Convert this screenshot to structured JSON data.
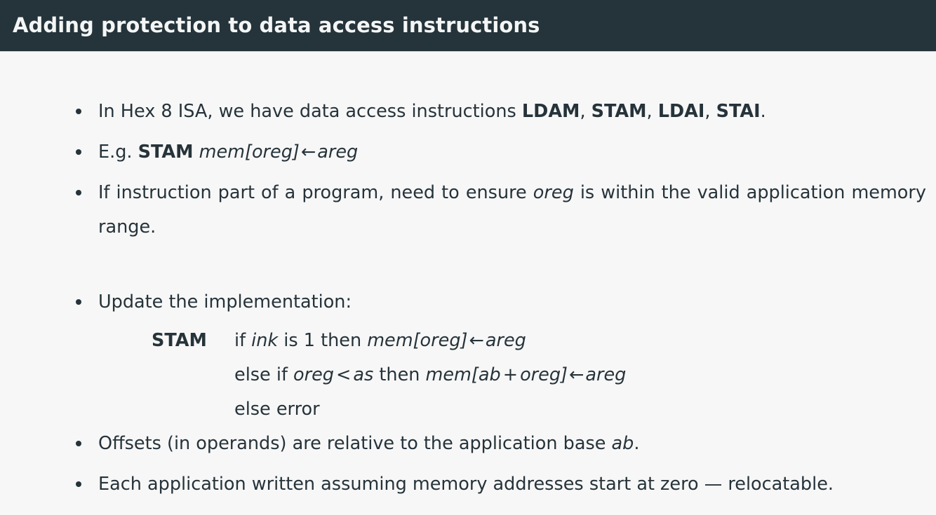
{
  "slide": {
    "title": "Adding protection to data access instructions",
    "title_bar_color": "#25333a",
    "title_text_color": "#f4f6f6",
    "background_color": "#f7f7f7",
    "body_text_color": "#26333a"
  },
  "bullets": [
    {
      "id": "isa-instructions",
      "parts": [
        {
          "text": "In Hex 8 ISA, we have data access instructions ",
          "style": "normal"
        },
        {
          "text": "LDAM",
          "style": "bold"
        },
        {
          "text": ", ",
          "style": "normal"
        },
        {
          "text": "STAM",
          "style": "bold"
        },
        {
          "text": ", ",
          "style": "normal"
        },
        {
          "text": "LDAI",
          "style": "bold"
        },
        {
          "text": ", ",
          "style": "normal"
        },
        {
          "text": "STAI",
          "style": "bold"
        },
        {
          "text": ".",
          "style": "normal"
        }
      ],
      "plain": "In Hex 8 ISA, we have data access instructions LDAM, STAM, LDAI, STAI."
    },
    {
      "id": "stam-example",
      "parts": [
        {
          "text": "E.g. ",
          "style": "normal"
        },
        {
          "text": "STAM",
          "style": "bold"
        },
        {
          "text": " ",
          "style": "normal"
        },
        {
          "text": "mem",
          "style": "italic"
        },
        {
          "text": "[",
          "style": "italic"
        },
        {
          "text": "oreg",
          "style": "italic"
        },
        {
          "text": "]",
          "style": "italic"
        },
        {
          "text": "←",
          "style": "arrow"
        },
        {
          "text": "areg",
          "style": "italic"
        }
      ],
      "plain": "E.g. STAM mem[oreg] ← areg"
    },
    {
      "id": "valid-range",
      "parts": [
        {
          "text": "If instruction part of a program, need to ensure ",
          "style": "normal"
        },
        {
          "text": "oreg",
          "style": "italic"
        },
        {
          "text": " is within the valid application memory range.",
          "style": "normal"
        }
      ],
      "plain": "If instruction part of a program, need to ensure oreg is within the valid application memory range."
    },
    {
      "id": "update-implementation",
      "parts": [
        {
          "text": "Update the implementation:",
          "style": "normal"
        }
      ],
      "plain": "Update the implementation:"
    }
  ],
  "code_block": {
    "label": "STAM",
    "lines": [
      {
        "id": "code-if",
        "parts": [
          {
            "text": "if ",
            "style": "normal"
          },
          {
            "text": "ink",
            "style": "italic"
          },
          {
            "text": " is 1 then ",
            "style": "normal"
          },
          {
            "text": "mem",
            "style": "italic"
          },
          {
            "text": "[",
            "style": "italic"
          },
          {
            "text": "oreg",
            "style": "italic"
          },
          {
            "text": "]",
            "style": "italic"
          },
          {
            "text": "←",
            "style": "arrow"
          },
          {
            "text": "areg",
            "style": "italic"
          }
        ],
        "plain": "if ink is 1 then mem[oreg] ← areg"
      },
      {
        "id": "code-else-if",
        "parts": [
          {
            "text": "else if ",
            "style": "normal"
          },
          {
            "text": "oreg",
            "style": "italic"
          },
          {
            "text": "<",
            "style": "op"
          },
          {
            "text": "as",
            "style": "italic"
          },
          {
            "text": " then ",
            "style": "normal"
          },
          {
            "text": "mem",
            "style": "italic"
          },
          {
            "text": "[",
            "style": "italic"
          },
          {
            "text": "ab",
            "style": "italic"
          },
          {
            "text": "+",
            "style": "op"
          },
          {
            "text": "oreg",
            "style": "italic"
          },
          {
            "text": "]",
            "style": "italic"
          },
          {
            "text": "←",
            "style": "arrow"
          },
          {
            "text": "areg",
            "style": "italic"
          }
        ],
        "plain": "else if oreg < as then mem[ab + oreg] ← areg"
      },
      {
        "id": "code-else-error",
        "parts": [
          {
            "text": "else error",
            "style": "normal"
          }
        ],
        "plain": "else error"
      }
    ]
  },
  "bullets_tail": [
    {
      "id": "offsets-relative",
      "parts": [
        {
          "text": "Offsets (in operands) are relative to the application base ",
          "style": "normal"
        },
        {
          "text": "ab",
          "style": "italic"
        },
        {
          "text": ".",
          "style": "normal"
        }
      ],
      "plain": "Offsets (in operands) are relative to the application base ab."
    },
    {
      "id": "relocatable",
      "parts": [
        {
          "text": "Each application written assuming memory addresses start at zero — relocatable.",
          "style": "normal"
        }
      ],
      "plain": "Each application written assuming memory addresses start at zero — relocatable."
    }
  ]
}
